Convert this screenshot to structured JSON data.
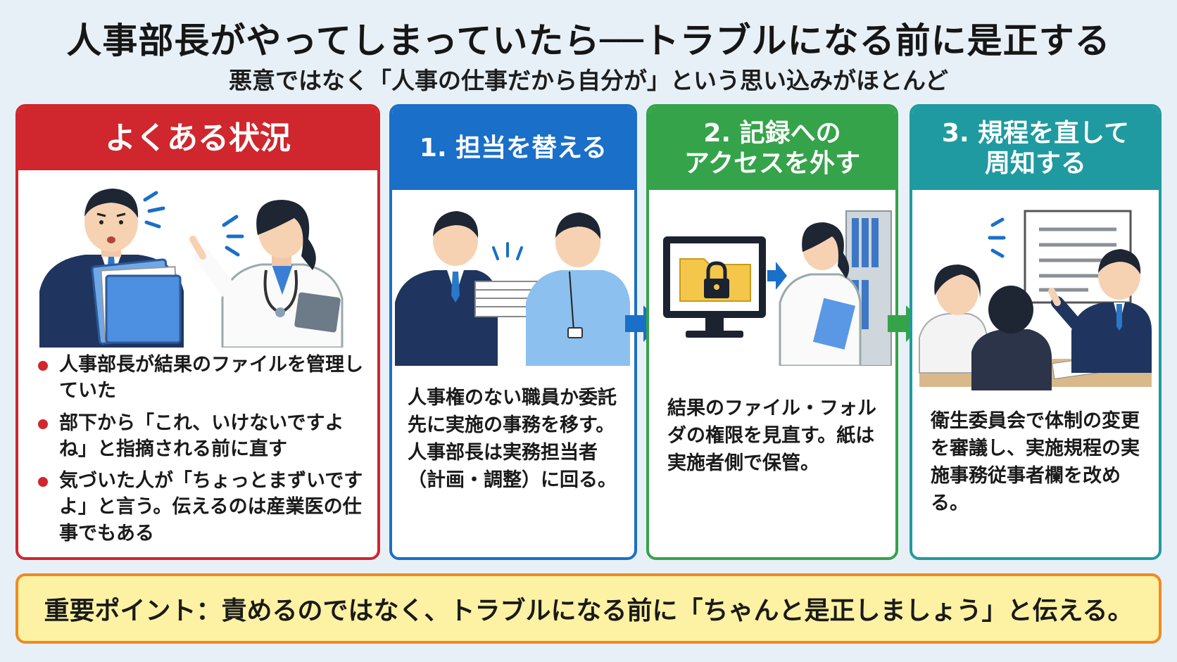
{
  "title": "人事部長がやってしまっていたら──トラブルになる前に是正する",
  "subtitle": "悪意ではなく「人事の仕事だから自分が」という思い込みがほとんど",
  "situation": {
    "heading": "よくある状況",
    "bullets": [
      "人事部長が結果のファイルを管理していた",
      "部下から「これ、いけないですよね」と指摘される前に直す",
      "気づいた人が「ちょっとまずいですよ」と言う。伝えるのは産業医の仕事でもある"
    ]
  },
  "steps": [
    {
      "heading_line1": "1. 担当を替える",
      "heading_line2": "",
      "text": "人事権のない職員か委託先に実施の事務を移す。人事部長は実務担当者（計画・調整）に回る。"
    },
    {
      "heading_line1": "2. 記録への",
      "heading_line2": "アクセスを外す",
      "text": "結果のファイル・フォルダの権限を見直す。紙は実施者側で保管。"
    },
    {
      "heading_line1": "3. 規程を直して",
      "heading_line2": "周知する",
      "text": "衛生委員会で体制の変更を審議し、実施規程の実施事務従事者欄を改める。"
    }
  ],
  "key_point": "重要ポイント：責めるのではなく、トラブルになる前に「ちゃんと是正しましょう」と伝える。",
  "colors": {
    "situation": "#d0262d",
    "step1": "#1a6fc8",
    "step2": "#35a34a",
    "step3": "#1f9aa0",
    "point_border": "#f08a24",
    "point_bg": "#fdf2a3"
  }
}
